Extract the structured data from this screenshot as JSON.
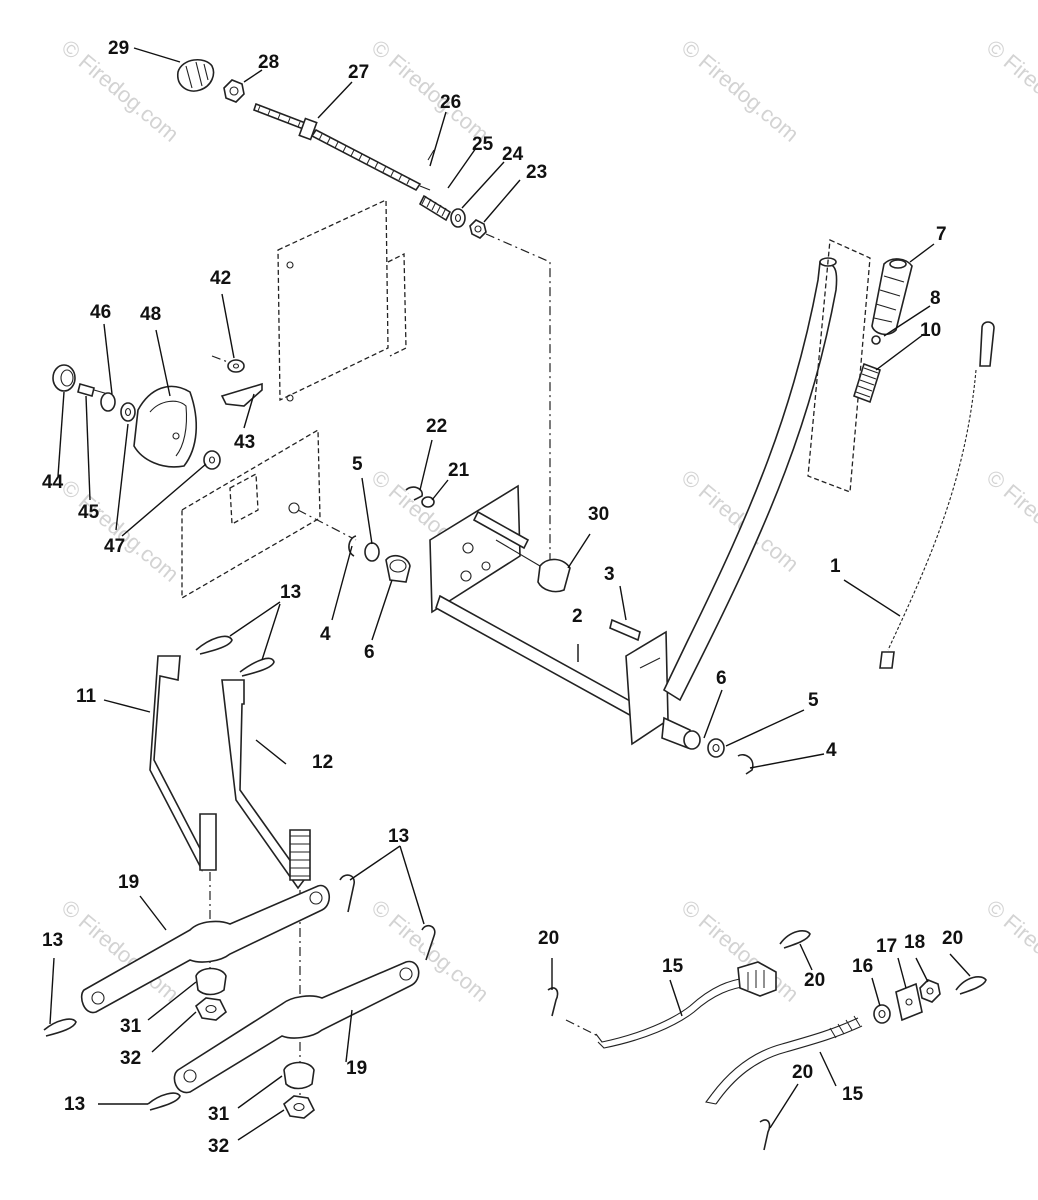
{
  "watermark_text": "© Firedog.com",
  "callouts": {
    "c1": "1",
    "c2": "2",
    "c3": "3",
    "c4a": "4",
    "c4b": "4",
    "c5a": "5",
    "c5b": "5",
    "c6a": "6",
    "c6b": "6",
    "c7": "7",
    "c8": "8",
    "c10": "10",
    "c11": "11",
    "c12": "12",
    "c13a": "13",
    "c13b": "13",
    "c13c": "13",
    "c13d": "13",
    "c15a": "15",
    "c15b": "15",
    "c16": "16",
    "c17": "17",
    "c18": "18",
    "c19a": "19",
    "c19b": "19",
    "c20a": "20",
    "c20b": "20",
    "c20c": "20",
    "c20d": "20",
    "c21": "21",
    "c22": "22",
    "c23": "23",
    "c24": "24",
    "c25": "25",
    "c26": "26",
    "c27": "27",
    "c28": "28",
    "c29": "29",
    "c30": "30",
    "c31a": "31",
    "c31b": "31",
    "c32a": "32",
    "c32b": "32",
    "c42": "42",
    "c43": "43",
    "c44": "44",
    "c45": "45",
    "c46": "46",
    "c47": "47",
    "c48": "48"
  }
}
